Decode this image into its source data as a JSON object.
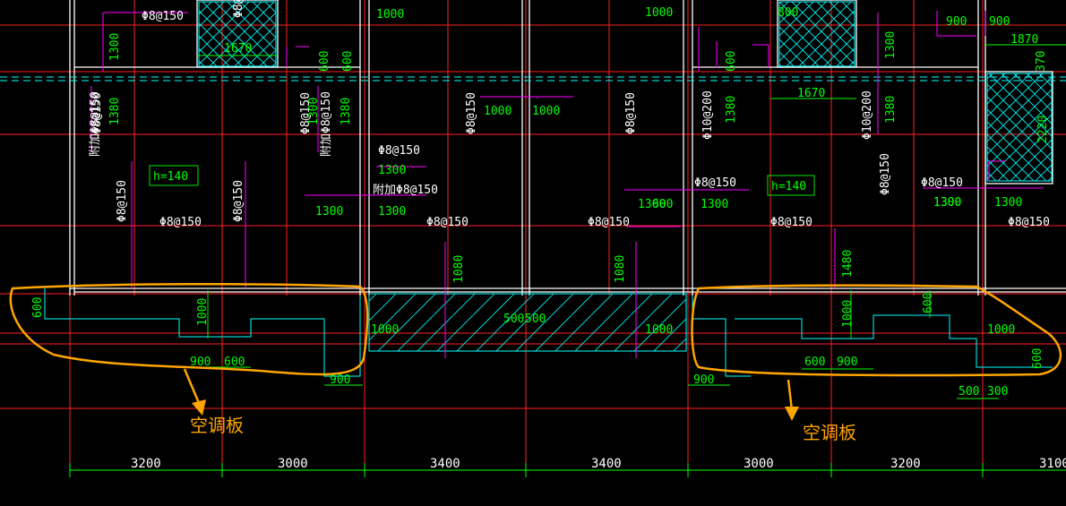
{
  "colors": {
    "background": "#000000",
    "grid_red": "#ff2020",
    "wall_white": "#ffffff",
    "rebar_magenta": "#ff00ff",
    "dim_green": "#00ff00",
    "cyan": "#00ffff",
    "highlight_orange": "#ffa500"
  },
  "rebar_labels": {
    "r1": "Φ8@150",
    "r2": "Φ8@150",
    "r3": "Φ8@150",
    "r4": "Φ8@150",
    "r5": "Φ8@150",
    "r6": "Φ8@150",
    "r7": "Φ8@150",
    "r8": "Φ8@150",
    "r9": "Φ8@150",
    "r10": "Φ8@150",
    "r11": "Φ8@150",
    "r12": "Φ8@150",
    "r13": "Φ8@150",
    "r14": "Φ8@150",
    "r15": "Φ8@150",
    "r16": "Φ8@150",
    "r17": "Φ8@150",
    "r18": "附加Φ8@150",
    "r19": "附加Φ8@150",
    "r20": "附加Φ8@150",
    "r21": "Φ10@200",
    "r22": "Φ10@200"
  },
  "slab_thickness": {
    "left": "h=140",
    "right": "h=140"
  },
  "dims": {
    "d1": "1000",
    "d2": "1000",
    "d3": "1670",
    "d4": "1300",
    "d5": "600",
    "d6": "600",
    "d7": "1380",
    "d8": "1380",
    "d9": "1000",
    "d10": "1000",
    "d11": "1300",
    "d12": "1300",
    "d13": "1300",
    "d14": "1080",
    "d15": "1080",
    "d16": "1000",
    "d17": "500",
    "d18": "500",
    "d19": "1000",
    "d20": "1000",
    "d21": "600",
    "d22": "600",
    "d23": "900",
    "d24": "900",
    "d25": "900",
    "d26": "600",
    "d27": "1380",
    "d28": "1670",
    "d29": "600",
    "d30": "1300",
    "d31": "1380",
    "d32": "1300",
    "d33": "1300",
    "d34": "1480",
    "d35": "1000",
    "d36": "600",
    "d37": "600",
    "d38": "900",
    "d39": "900",
    "d40": "1000",
    "d41": "600",
    "d42": "500",
    "d43": "300",
    "d44": "900",
    "d45": "900",
    "d46": "1870",
    "d47": "2220",
    "d48": "1300",
    "d49": "800",
    "d50": "1300",
    "d51": "1300",
    "d52": "370",
    "d53": "1300"
  },
  "axis_dims": [
    "3200",
    "3000",
    "3400",
    "3400",
    "3000",
    "3200",
    "3100"
  ],
  "callouts": {
    "left": "空调板",
    "right": "空调板"
  }
}
